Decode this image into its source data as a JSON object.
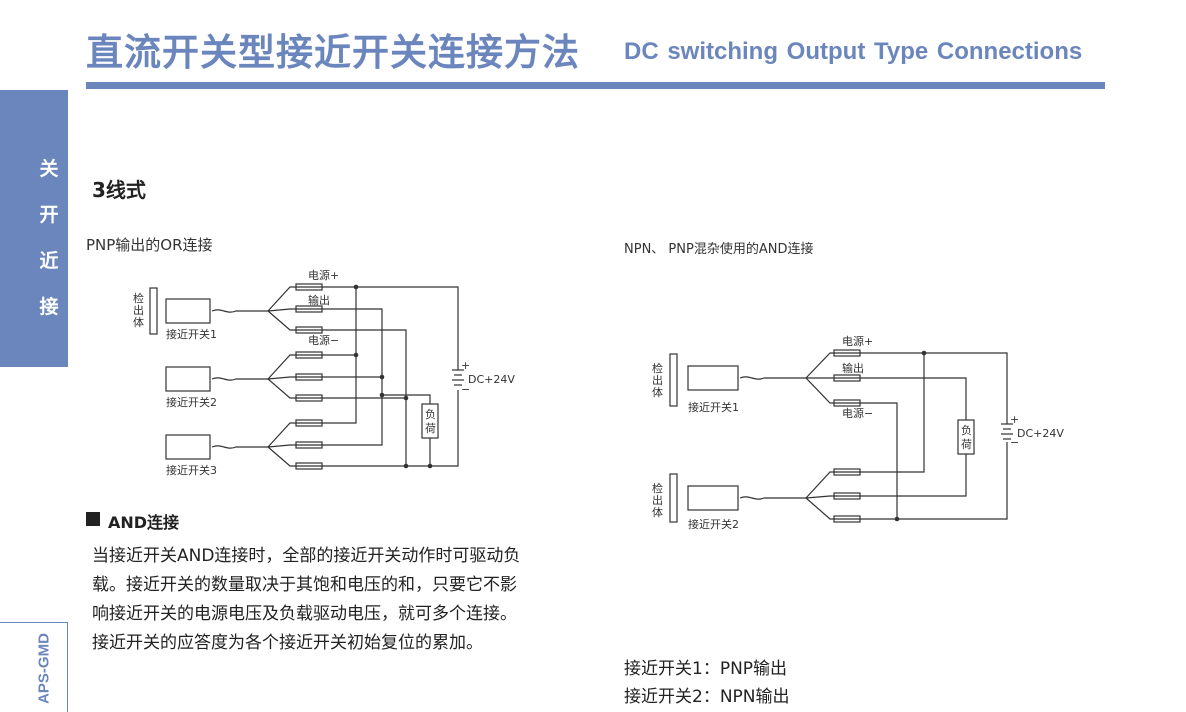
{
  "header": {
    "title_cn": "直流开关型接近开关连接方法",
    "title_en": "DC switching Output  Type  Connections"
  },
  "side_tab": {
    "chars": [
      "关",
      "开",
      "近",
      "接"
    ]
  },
  "bottom_tab": {
    "label": "APS-GMD"
  },
  "section": {
    "title": "3线式"
  },
  "left_diagram": {
    "caption": "PNP输出的OR连接",
    "detector_label": "检出体",
    "sensor_labels": [
      "接近开关1",
      "接近开关2",
      "接近开关3"
    ],
    "wire_labels": {
      "power_plus": "电源+",
      "output": "输出",
      "power_minus": "电源−"
    },
    "load_label": "负荷",
    "supply_plus": "+",
    "supply_minus": "−",
    "supply_label": "DC+24V"
  },
  "right_diagram": {
    "caption": "NPN、 PNP混杂使用的AND连接",
    "detector_label": "检出体",
    "sensor_labels": [
      "接近开关1",
      "接近开关2"
    ],
    "wire_labels": {
      "power_plus": "电源+",
      "output": "输出",
      "power_minus": "电源−"
    },
    "load_label": "负荷",
    "supply_plus": "+",
    "supply_minus": "−",
    "supply_label": "DC+24V"
  },
  "and_section": {
    "heading": "AND连接",
    "lines": [
      "当接近开关AND连接时，全部的接近开关动作时可驱动负",
      "载。接近开关的数量取决于其饱和电压的和，只要它不影",
      "响接近开关的电源电压及负载驱动电压，就可多个连接。",
      "接近开关的应答度为各个接近开关初始复位的累加。"
    ]
  },
  "legend": {
    "lines": [
      "接近开关1：PNP输出",
      "接近开关2：NPN输出"
    ]
  },
  "colors": {
    "accent": "#6b86bd",
    "text": "#222222"
  }
}
